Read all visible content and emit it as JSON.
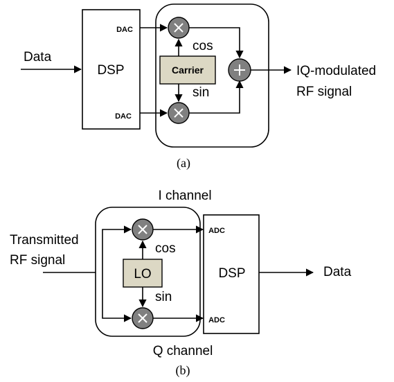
{
  "panel_a": {
    "input_label": "Data",
    "dsp_label": "DSP",
    "dac_top_label": "DAC",
    "dac_bottom_label": "DAC",
    "carrier_label": "Carrier",
    "cos_label": "cos",
    "sin_label": "sin",
    "output_label_line1": "IQ-modulated",
    "output_label_line2": "RF signal",
    "caption": "(a)"
  },
  "panel_b": {
    "i_channel_label": "I channel",
    "q_channel_label": "Q channel",
    "input_label_line1": "Transmitted",
    "input_label_line2": "RF signal",
    "lo_label": "LO",
    "cos_label": "cos",
    "sin_label": "sin",
    "adc_top_label": "ADC",
    "adc_bottom_label": "ADC",
    "dsp_label": "DSP",
    "output_label": "Data",
    "caption": "(b)"
  },
  "colors": {
    "mixer_fill": "#808080",
    "oscillator_fill": "#dcd8c4",
    "line": "#000000"
  },
  "icons": {
    "mixer": "multiply-icon",
    "adder": "plus-icon"
  }
}
